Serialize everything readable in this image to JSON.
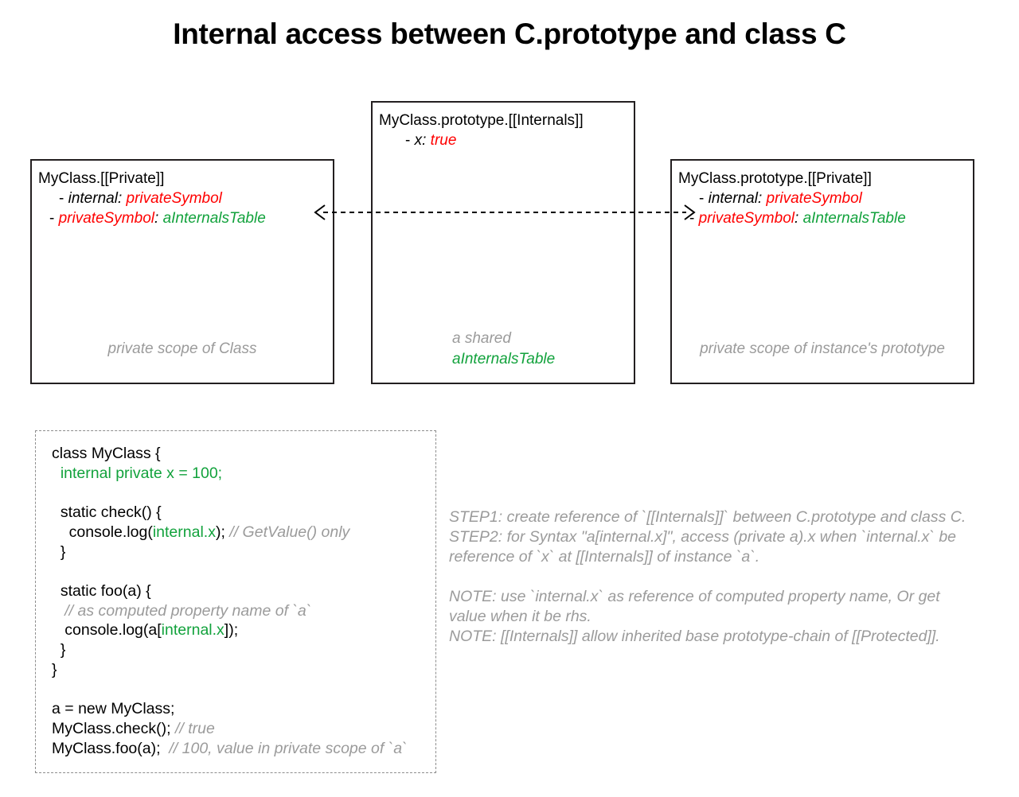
{
  "title": "Internal access between C.prototype and class C",
  "colors": {
    "text": "#000000",
    "red": "#ff0000",
    "green": "#12a23c",
    "grey": "#9b9b9b",
    "border": "#231f20",
    "dashed_border": "#8d8d8d",
    "background": "#ffffff"
  },
  "boxes": {
    "left": {
      "header": "MyClass.[[Private]]",
      "rows": [
        {
          "bullet": "- ",
          "key": "internal",
          "sep": ": ",
          "value": "privateSymbol",
          "key_color": "black",
          "value_color": "red"
        },
        {
          "bullet": "- ",
          "key": "privateSymbol",
          "sep": ": ",
          "value": "aInternalsTable",
          "key_color": "red",
          "value_color": "green"
        }
      ],
      "caption": "private scope of Class"
    },
    "middle": {
      "header": "MyClass.prototype.[[Internals]]",
      "rows": [
        {
          "bullet": "- ",
          "key": "x",
          "sep": ": ",
          "value": "true",
          "key_color": "black",
          "value_color": "red"
        }
      ],
      "caption_line1": "a shared",
      "caption_line2": "aInternalsTable"
    },
    "right": {
      "header": "MyClass.prototype.[[Private]]",
      "rows": [
        {
          "bullet": "- ",
          "key": "internal",
          "sep": ": ",
          "value": "privateSymbol",
          "key_color": "black",
          "value_color": "red"
        },
        {
          "bullet": "- ",
          "key": "privateSymbol",
          "sep": ": ",
          "value": "aInternalsTable",
          "key_color": "red",
          "value_color": "green"
        }
      ],
      "caption": "private scope of instance's prototype"
    }
  },
  "connector": {
    "style": "dashed",
    "heads": "both",
    "label": "bidirectional-reference"
  },
  "code_block": {
    "lines": [
      {
        "segments": [
          {
            "t": "class MyClass {",
            "c": "plain"
          }
        ]
      },
      {
        "segments": [
          {
            "t": "  internal private x = 100;",
            "c": "green"
          }
        ]
      },
      {
        "segments": [
          {
            "t": "",
            "c": "plain"
          }
        ]
      },
      {
        "segments": [
          {
            "t": "  static check() {",
            "c": "plain"
          }
        ]
      },
      {
        "segments": [
          {
            "t": "    console.log(",
            "c": "plain"
          },
          {
            "t": "internal.x",
            "c": "green"
          },
          {
            "t": "); ",
            "c": "plain"
          },
          {
            "t": "// GetValue() only",
            "c": "comment"
          }
        ]
      },
      {
        "segments": [
          {
            "t": "  }",
            "c": "plain"
          }
        ]
      },
      {
        "segments": [
          {
            "t": "",
            "c": "plain"
          }
        ]
      },
      {
        "segments": [
          {
            "t": "  static foo(a) {",
            "c": "plain"
          }
        ]
      },
      {
        "segments": [
          {
            "t": "   // as computed property name of `a`",
            "c": "comment"
          }
        ]
      },
      {
        "segments": [
          {
            "t": "   console.log(a[",
            "c": "plain"
          },
          {
            "t": "internal.x",
            "c": "green"
          },
          {
            "t": "]);",
            "c": "plain"
          }
        ]
      },
      {
        "segments": [
          {
            "t": "  }",
            "c": "plain"
          }
        ]
      },
      {
        "segments": [
          {
            "t": "}",
            "c": "plain"
          }
        ]
      },
      {
        "segments": [
          {
            "t": "",
            "c": "plain"
          }
        ]
      },
      {
        "segments": [
          {
            "t": "a = new MyClass;",
            "c": "plain"
          }
        ]
      },
      {
        "segments": [
          {
            "t": "MyClass.check(); ",
            "c": "plain"
          },
          {
            "t": "// true",
            "c": "comment"
          }
        ]
      },
      {
        "segments": [
          {
            "t": "MyClass.foo(a);  ",
            "c": "plain"
          },
          {
            "t": "// 100, value in private scope of `a`",
            "c": "comment"
          }
        ]
      }
    ]
  },
  "notes": {
    "group1": [
      "STEP1: create reference of `[[Internals]]` between C.prototype and class C.",
      "STEP2: for Syntax \"a[internal.x]\", access (private a).x when `internal.x` be",
      "reference of `x` at [[Internals]] of instance `a`."
    ],
    "group2": [
      "NOTE: use `internal.x` as reference of computed property name, Or get",
      "value when it be rhs.",
      "NOTE: [[Internals]] allow inherited base prototype-chain of [[Protected]]."
    ]
  }
}
